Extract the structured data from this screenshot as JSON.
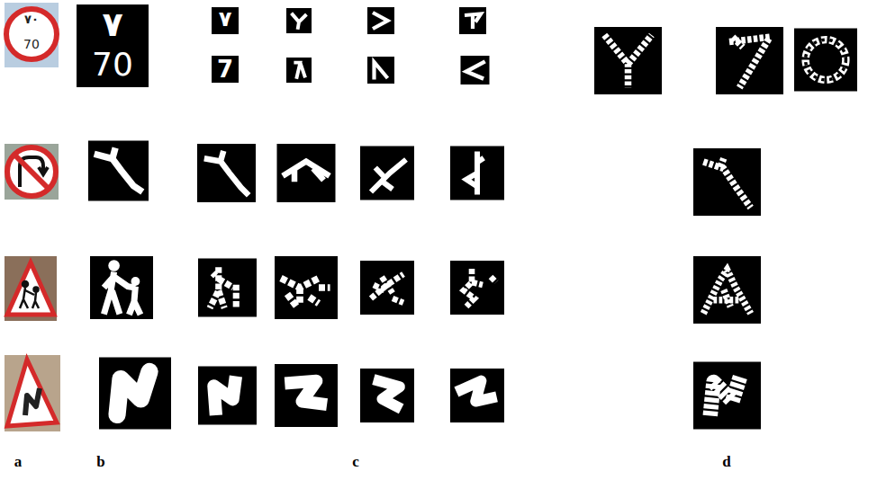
{
  "diagram": {
    "labels": [
      "٧٠",
      "70",
      "٧",
      "70",
      "٧",
      "7",
      "a",
      "b",
      "c",
      "d"
    ]
  }
}
